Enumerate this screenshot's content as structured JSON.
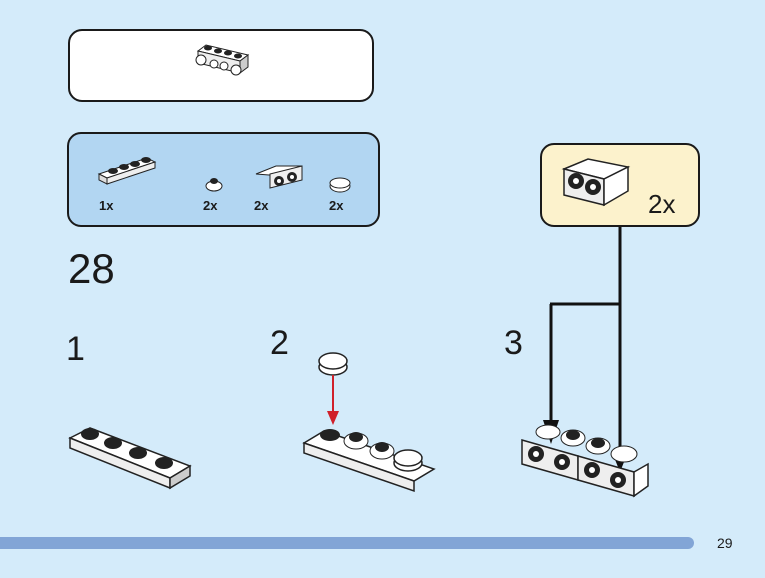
{
  "page": {
    "number": "29",
    "step_number": "28",
    "background_color": "#d4ebfa",
    "footer_bar_color": "#82a5d6"
  },
  "result_box": {
    "icon": "brick-1x4-with-side-studs-icon"
  },
  "parts_list": {
    "color": "#b2d6f2",
    "items": [
      {
        "icon": "plate-1x4-icon",
        "qty": "1x"
      },
      {
        "icon": "round-plate-1x1-icon",
        "qty": "2x"
      },
      {
        "icon": "bracket-1x2-icon",
        "qty": "2x"
      },
      {
        "icon": "round-tile-1x1-icon",
        "qty": "2x"
      }
    ]
  },
  "sub_assembly": {
    "color": "#fcf2cc",
    "icon": "bracket-1x2-icon",
    "qty": "2x"
  },
  "substeps": [
    {
      "label": "1",
      "icon": "plate-1x4-icon"
    },
    {
      "label": "2",
      "icon": "plate-with-tile-insert-icon",
      "arrow_color": "#d0202a"
    },
    {
      "label": "3",
      "icon": "brackets-attached-icon"
    }
  ]
}
